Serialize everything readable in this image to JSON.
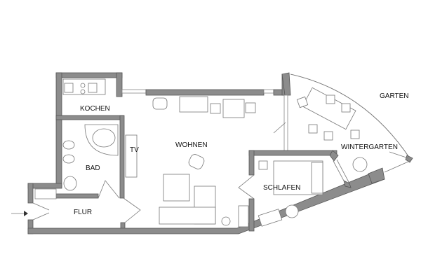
{
  "plan": {
    "rooms": {
      "kochen": "KOCHEN",
      "bad": "BAD",
      "wohnen": "WOHNEN",
      "flur": "FLUR",
      "schlafen": "SCHLAFEN",
      "wintergarten": "WINTERGARTEN",
      "garten": "GARTEN",
      "tv": "TV"
    },
    "colors": {
      "wall": "#8c8c8c",
      "line": "#777777"
    },
    "icons": {
      "entrance": "arrow-right-icon"
    }
  }
}
